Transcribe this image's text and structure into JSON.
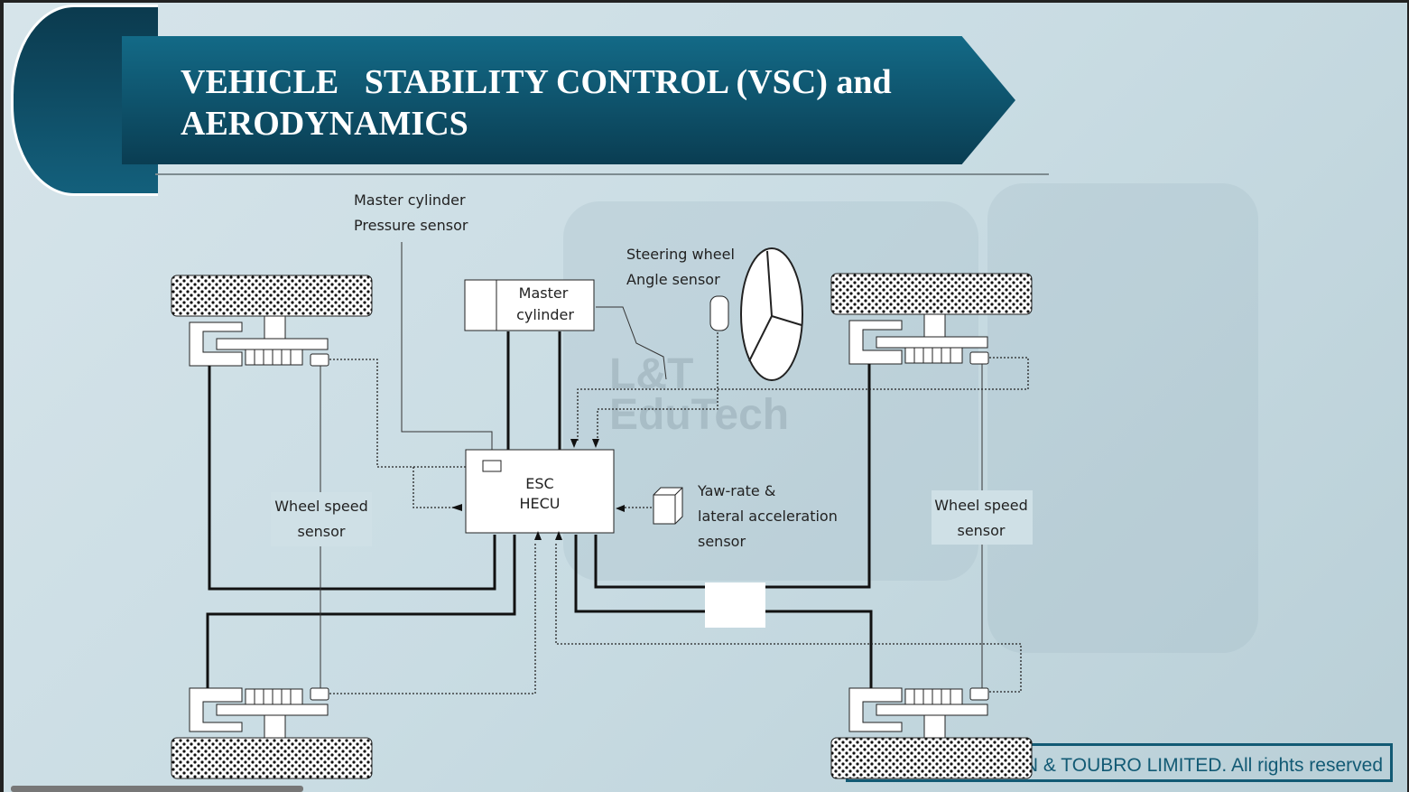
{
  "title": {
    "line1": "VEHICLE   STABILITY CONTROL (VSC) and",
    "line2": "AERODYNAMICS"
  },
  "diagram": {
    "master_cylinder_sensor": [
      "Master cylinder",
      "Pressure sensor"
    ],
    "master_cylinder": [
      "Master",
      "cylinder"
    ],
    "steering_sensor": [
      "Steering wheel",
      "Angle sensor"
    ],
    "ecu": [
      "ESC",
      "HECU"
    ],
    "yaw_sensor": [
      "Yaw-rate &",
      "lateral acceleration",
      "sensor"
    ],
    "wheel_speed_left": [
      "Wheel speed",
      "sensor"
    ],
    "wheel_speed_right": [
      "Wheel speed",
      "sensor"
    ],
    "watermark": [
      "L&T",
      "EduTech"
    ]
  },
  "footer": {
    "text": "EN & TOUBRO LIMITED. All rights reserved"
  },
  "colors": {
    "banner": "#136a87",
    "footer": "#125a74"
  }
}
